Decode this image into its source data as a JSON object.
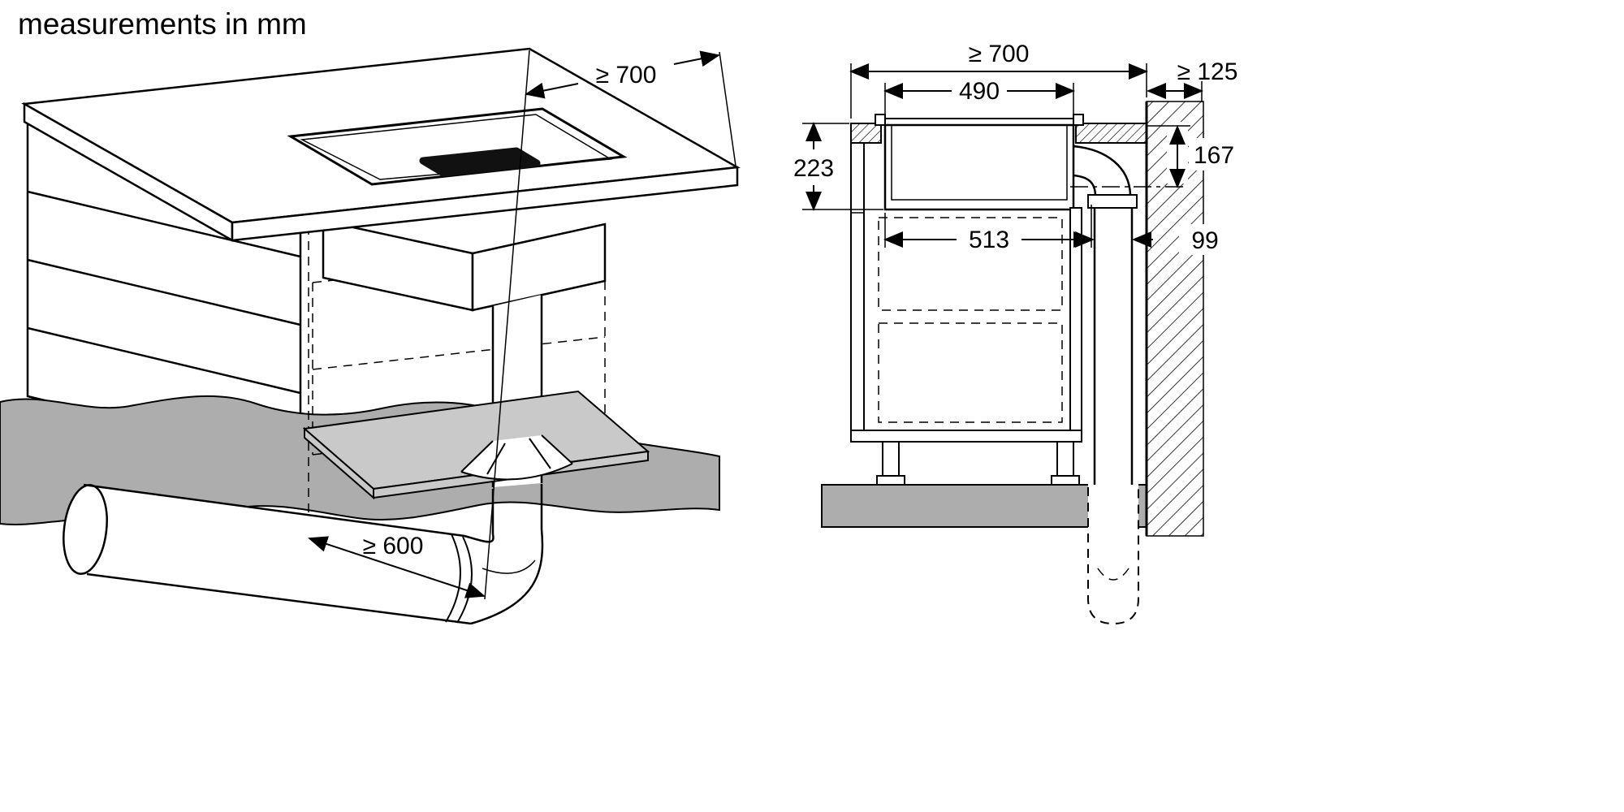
{
  "title": "measurements in mm",
  "unit": "mm",
  "colors": {
    "line": "#000000",
    "background": "#ffffff",
    "masonry_gray": "#adadad",
    "plate_gray": "#c9c9c9",
    "hob_black": "#111111"
  },
  "views": {
    "isometric": {
      "dims": {
        "worktop_depth_min": "≥ 700",
        "unit_width_min": "≥ 600"
      }
    },
    "section": {
      "dims": {
        "worktop_depth_min": "≥ 700",
        "cutout_width": "490",
        "rear_clearance_min": "≥ 125",
        "installation_height": "223",
        "duct_axis_offset": "167",
        "appliance_width": "513",
        "duct_width": "99"
      }
    }
  }
}
